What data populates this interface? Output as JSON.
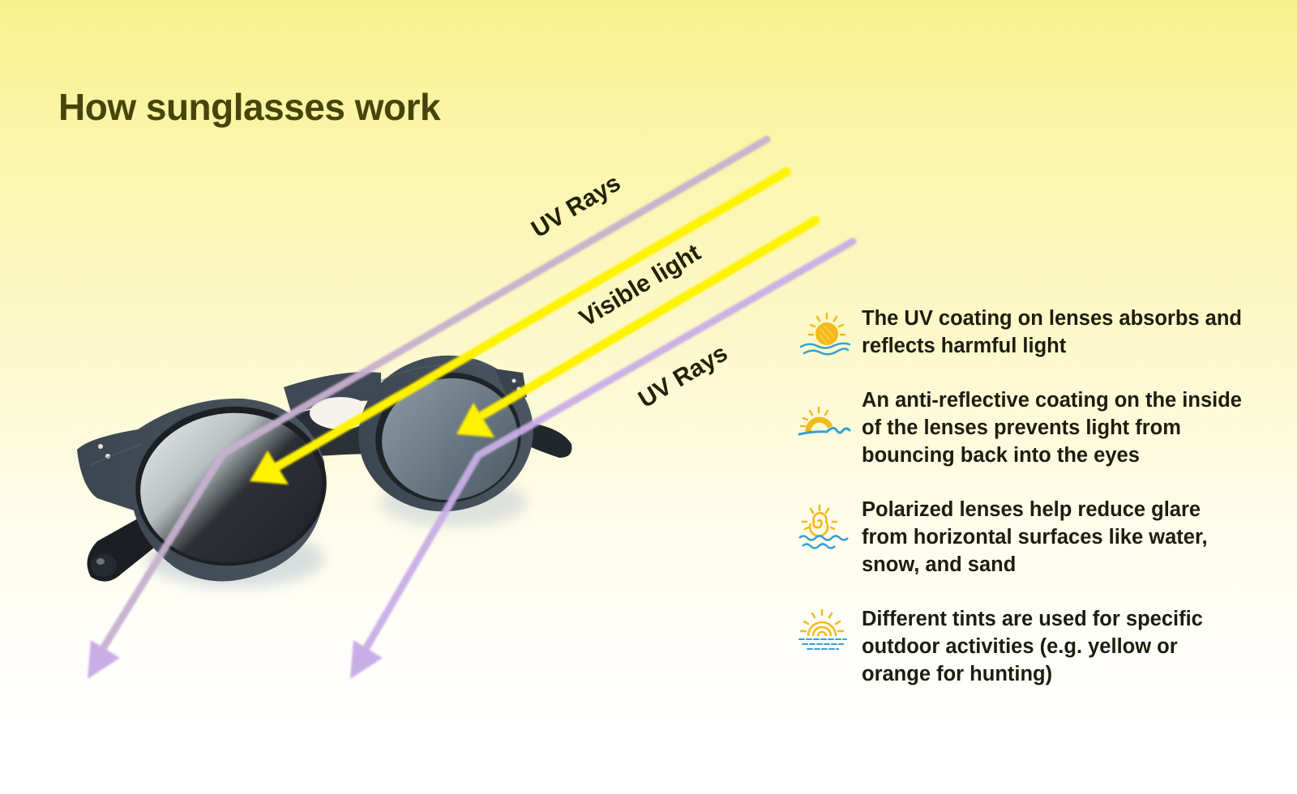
{
  "title": "How sunglasses work",
  "rays": [
    {
      "label": "UV Rays",
      "type": "uv",
      "color": "#c7b1cf"
    },
    {
      "label": "Visible light",
      "type": "visible",
      "color": "#fff200"
    },
    {
      "label": "UV Rays",
      "type": "uv",
      "color": "#c9aee6"
    }
  ],
  "colors": {
    "title": "#46450c",
    "uv_ray": "#c9aee6",
    "visible_ray": "#fff200",
    "icon_sun": "#f5b918",
    "icon_water": "#3a9fd0",
    "frame": "#3b4550"
  },
  "info_items": [
    {
      "icon": "sun-over-waves-icon",
      "text": "The UV coating on lenses absorbs and reflects harmful light"
    },
    {
      "icon": "sunset-wave-icon",
      "text": "An anti-reflective coating on the inside of the lenses prevents light from bouncing back into the eyes"
    },
    {
      "icon": "spiral-sun-waves-icon",
      "text": "Polarized lenses help reduce glare from horizontal surfaces like water, snow, and sand"
    },
    {
      "icon": "rainbow-sun-sea-icon",
      "text": "Different tints are used for specific outdoor activities (e.g. yellow or orange for hunting)"
    }
  ]
}
